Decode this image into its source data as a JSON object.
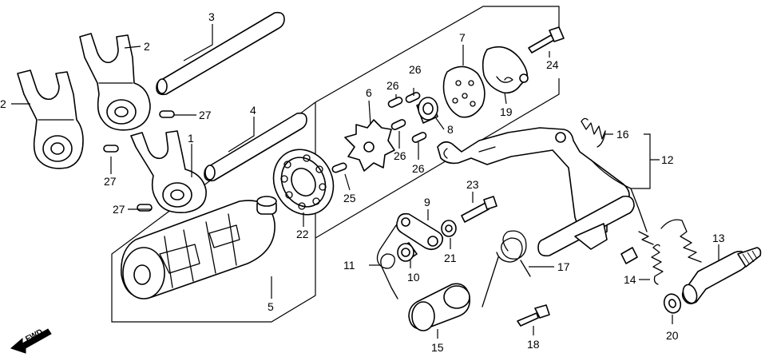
{
  "callouts": {
    "n1": "1",
    "n2a": "2",
    "n2b": "2",
    "n3": "3",
    "n4": "4",
    "n5": "5",
    "n6": "6",
    "n7": "7",
    "n8": "8",
    "n9": "9",
    "n10": "10",
    "n11": "11",
    "n12": "12",
    "n13": "13",
    "n14": "14",
    "n15": "15",
    "n16": "16",
    "n17": "17",
    "n18": "18",
    "n19": "19",
    "n20": "20",
    "n21": "21",
    "n22": "22",
    "n23": "23",
    "n24": "24",
    "n25": "25",
    "n26a": "26",
    "n26b": "26",
    "n26c": "26",
    "n26d": "26",
    "n27a": "27",
    "n27b": "27",
    "n27c": "27"
  },
  "direction": {
    "label": "FWD"
  },
  "colors": {
    "line": "#000000",
    "background": "#ffffff"
  }
}
